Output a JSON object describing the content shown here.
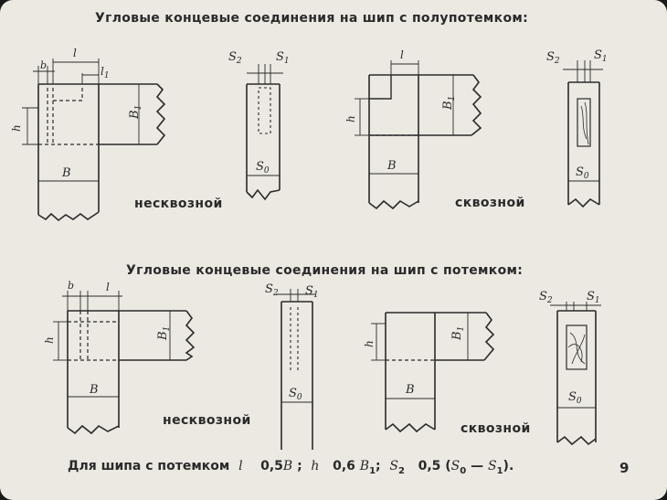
{
  "headings": {
    "half_open": "Угловые концевые соединения на шип с полупотемком:",
    "open": "Угловые концевые соединения на шип с потемком:"
  },
  "joint_types": {
    "blind": "несквозной",
    "through": "сквозной"
  },
  "dimension_labels": {
    "b": "b",
    "l": "l",
    "l1": "l",
    "l1_sub": "1",
    "h": "h",
    "B": "B",
    "B1": "B",
    "B1_sub": "1",
    "S": "S",
    "sub_0": "0",
    "sub_1": "1",
    "sub_2": "2"
  },
  "formula": {
    "prefix": "Для шипа с потемком",
    "l_sym": "l",
    "l_val": "0,5",
    "B_sym": "B",
    "sep": ";",
    "h_sym": "h",
    "h_val": "0,6",
    "B1_sym": "B",
    "sub_1": "1",
    "S2_sym": "S",
    "sub_2": "2",
    "s2_val": "0,5",
    "open_paren": "(",
    "S0_sym": "S",
    "sub_0": "0",
    "minus": "—",
    "S1_sym": "S",
    "close": ")."
  },
  "page_number": "9",
  "colors": {
    "ink": "#2a2a2a",
    "paper": "#ece9e2"
  }
}
